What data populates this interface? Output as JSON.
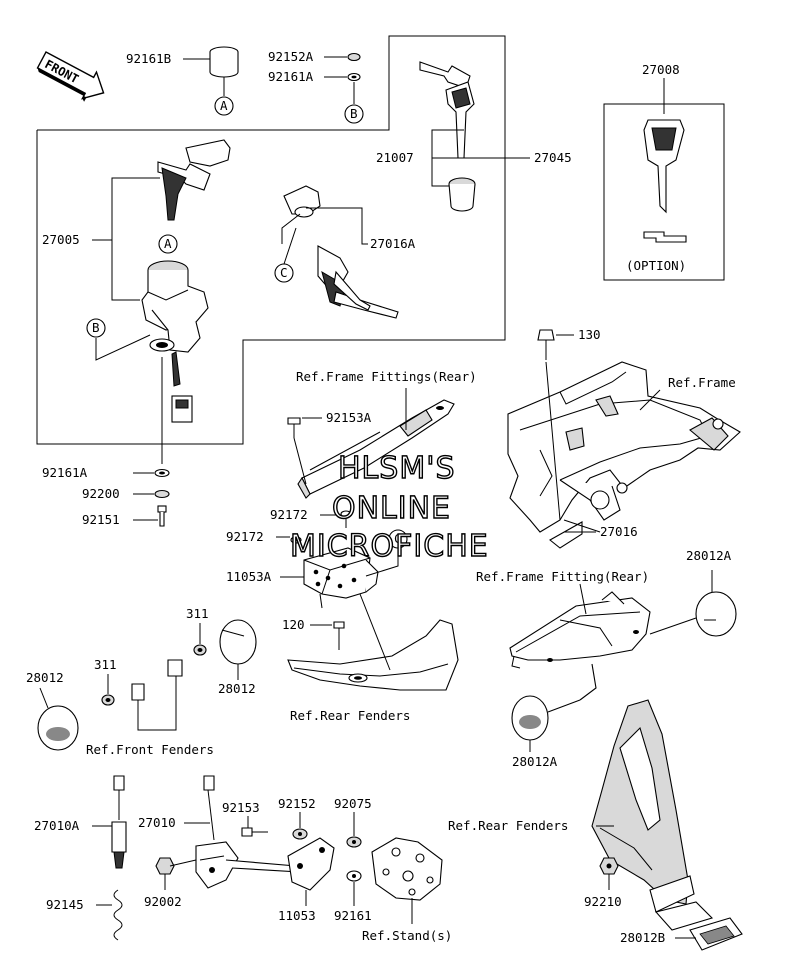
{
  "front_label": "FRONT",
  "watermark": [
    "HLSM'S",
    "ONLINE",
    "MICROFICHE"
  ],
  "callouts": {
    "a": "A",
    "b": "B",
    "c": "C"
  },
  "labels": {
    "p92161B": "92161B",
    "p92152A": "92152A",
    "p92161A_top": "92161A",
    "p27008": "27008",
    "p21007": "21007",
    "p27045": "27045",
    "p27005": "27005",
    "p27016A": "27016A",
    "option": "(OPTION)",
    "p130": "130",
    "ref_frame_fittings_rear": "Ref.Frame Fittings(Rear)",
    "ref_frame": "Ref.Frame",
    "p92153A": "92153A",
    "p92161A_bot": "92161A",
    "p92200": "92200",
    "p92151": "92151",
    "p92172_a": "92172",
    "p92172_b": "92172",
    "p27016": "27016",
    "p11053A": "11053A",
    "p28012A_top": "28012A",
    "ref_frame_fitting_rear": "Ref.Frame Fitting(Rear)",
    "p311_a": "311",
    "p311_b": "311",
    "p120": "120",
    "p28012_left": "28012",
    "p28012_right": "28012",
    "ref_front_fenders": "Ref.Front Fenders",
    "ref_rear_fenders_mid": "Ref.Rear Fenders",
    "p28012A_bot": "28012A",
    "p27010A": "27010A",
    "p27010": "27010",
    "p92153": "92153",
    "p92152": "92152",
    "p92075": "92075",
    "ref_rear_fenders_right": "Ref.Rear Fenders",
    "p92145": "92145",
    "p92002": "92002",
    "p11053": "11053",
    "p92161": "92161",
    "ref_stand": "Ref.Stand(s)",
    "p92210": "92210",
    "p28012B": "28012B"
  }
}
